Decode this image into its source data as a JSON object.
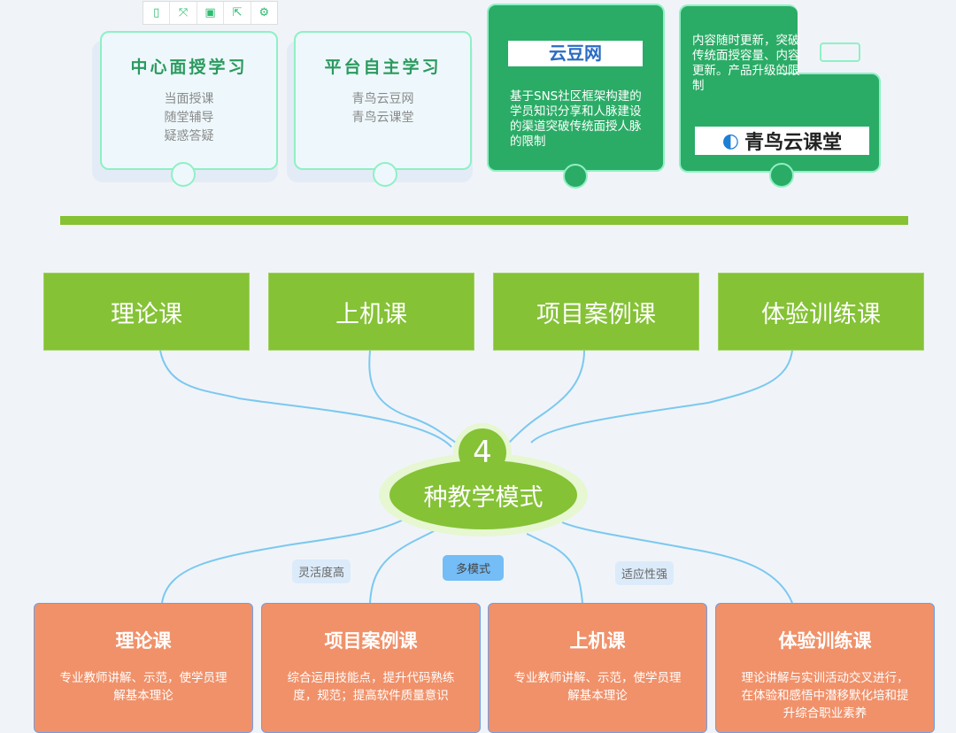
{
  "toolbar": {
    "icons": [
      "tablet-icon",
      "fit-screen-icon",
      "save-icon",
      "share-icon",
      "settings-icon"
    ]
  },
  "top_cards": [
    {
      "title": "中心面授学习",
      "lines": [
        "当面授课",
        "随堂辅导",
        "疑惑答疑"
      ]
    },
    {
      "title": "平台自主学习",
      "lines": [
        "青鸟云豆网",
        "青鸟云课堂"
      ]
    },
    {
      "logo": "云豆网",
      "text": "基于SNS社区框架构建的学员知识分享和人脉建设的渠道突破传统面授人脉的限制"
    },
    {
      "logo": "青鸟云课堂",
      "text": "内容随时更新，突破传统面授容量、内容更新。产品升级的限制"
    }
  ],
  "courses": [
    "理论课",
    "上机课",
    "项目案例课",
    "体验训练课"
  ],
  "center": {
    "number": "4",
    "label": "种教学模式"
  },
  "tags": [
    "灵活度高",
    "多模式",
    "适应性强"
  ],
  "details": [
    {
      "title": "理论课",
      "desc": "专业教师讲解、示范，使学员理解基本理论"
    },
    {
      "title": "项目案例课",
      "desc": "综合运用技能点，提升代码熟练度，规范；提高软件质量意识"
    },
    {
      "title": "上机课",
      "desc": "专业教师讲解、示范，使学员理解基本理论"
    },
    {
      "title": "体验训练课",
      "desc": "理论讲解与实训活动交叉进行，在体验和感悟中潜移默化培和提升综合职业素养"
    }
  ],
  "colors": {
    "green": "#85c236",
    "dark_green": "#2aac66",
    "orange": "#f0916a",
    "line": "#7cc8f0"
  }
}
